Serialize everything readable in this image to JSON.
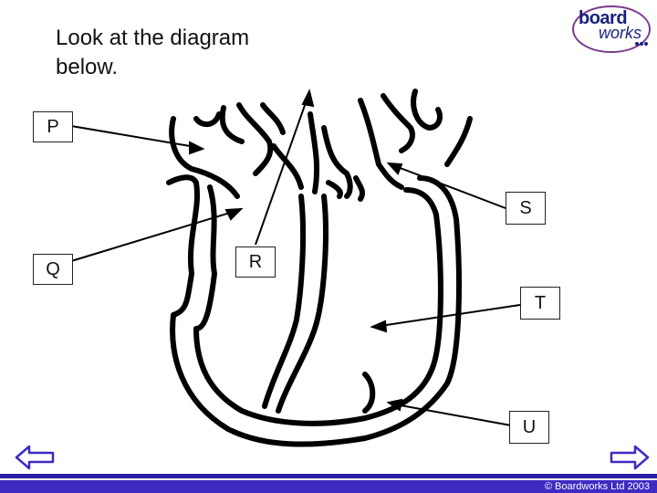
{
  "prompt": "Look at the diagram\nbelow.",
  "logo": {
    "line1": "board",
    "line2": "works"
  },
  "labels": {
    "P": "P",
    "Q": "Q",
    "R": "R",
    "S": "S",
    "T": "T",
    "U": "U"
  },
  "copyright": "© Boardworks Ltd 2003",
  "nav": {
    "prev_icon": "arrow-left-icon",
    "next_icon": "arrow-right-icon"
  },
  "colors": {
    "footer": "#2c1ca8",
    "nav": "#3d2bc2",
    "logo": "#1a237e"
  }
}
